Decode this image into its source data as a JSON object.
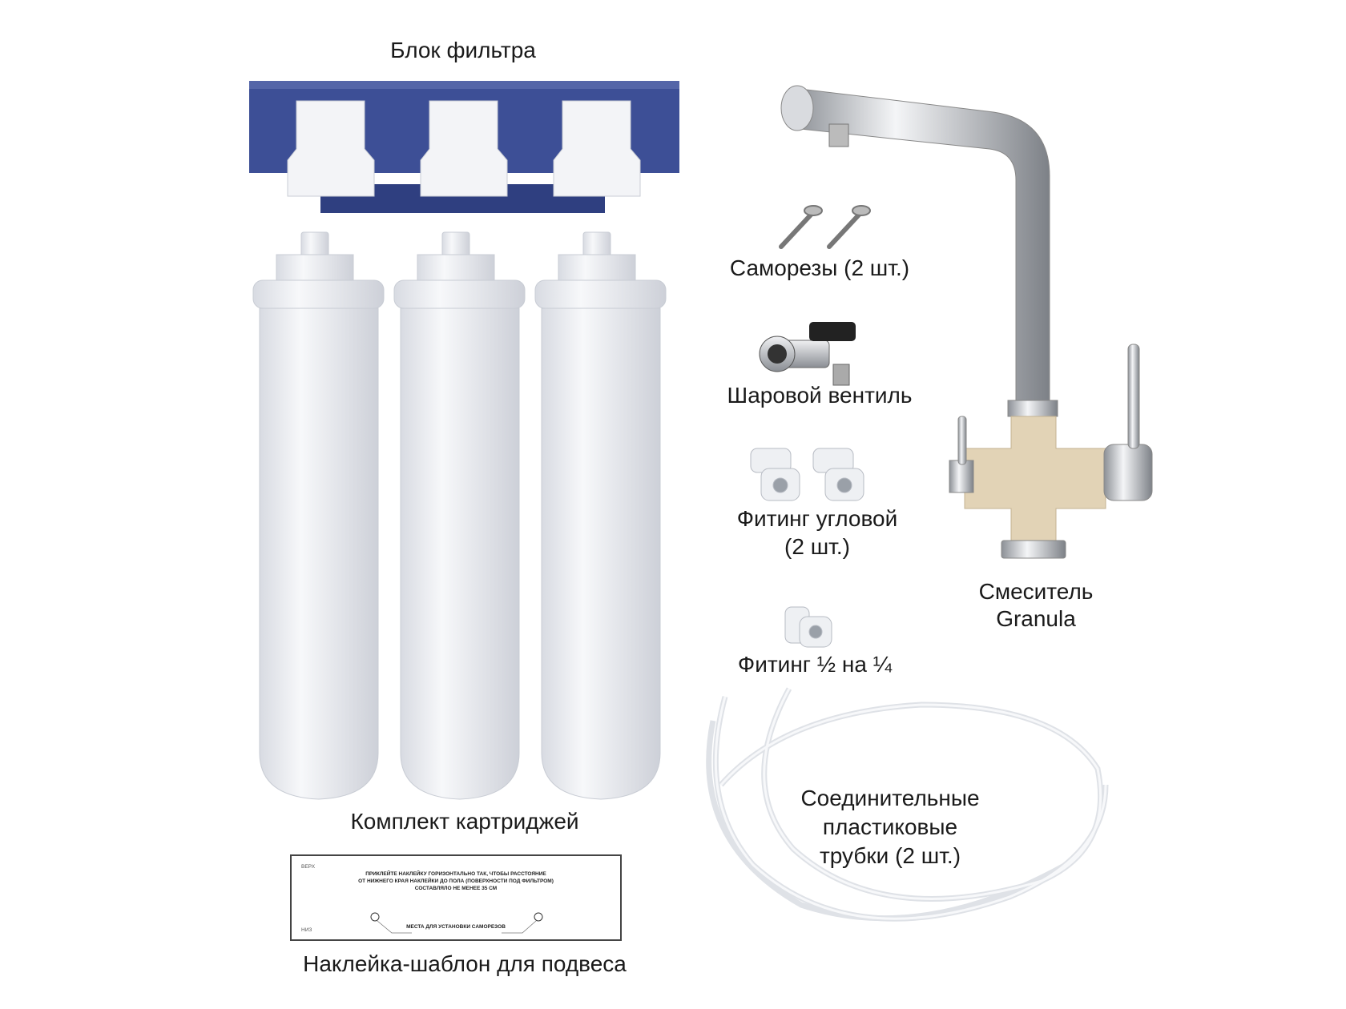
{
  "labels": {
    "filter_block": "Блок фильтра",
    "cartridges": "Комплект картриджей",
    "sticker": "Наклейка-шаблон для подвеса",
    "screws": "Саморезы (2 шт.)",
    "ball_valve": "Шаровой вентиль",
    "angle_fitting_line1": "Фитинг угловой",
    "angle_fitting_line2": "(2 шт.)",
    "fitting_half_quarter": "Фитинг ½ на ¼",
    "mixer_line1": "Смеситель",
    "mixer_line2": "Granula",
    "tubes_line1": "Соединительные",
    "tubes_line2": "пластиковые",
    "tubes_line3": "трубки (2 шт.)"
  },
  "sticker_text": {
    "top": "ВЕРХ",
    "bottom": "НИЗ",
    "instruction_line1": "ПРИКЛЕЙТЕ НАКЛЕЙКУ ГОРИЗОНТАЛЬНО ТАК, ЧТОБЫ РАССТОЯНИЕ",
    "instruction_line2": "ОТ НИЖНЕГО КРАЯ НАКЛЕЙКИ ДО ПОЛА (ПОВЕРХНОСТИ ПОД ФИЛЬТРОМ)",
    "instruction_line3": "СОСТАВЛЯЛО НЕ МЕНЕЕ 35 СМ",
    "screw_places": "МЕСТА ДЛЯ УСТАНОВКИ САМОРЕЗОВ"
  },
  "colors": {
    "block_blue": "#3d4f96",
    "mixer_beige": "#e2d3b6",
    "chrome": "#c9ccd1"
  }
}
